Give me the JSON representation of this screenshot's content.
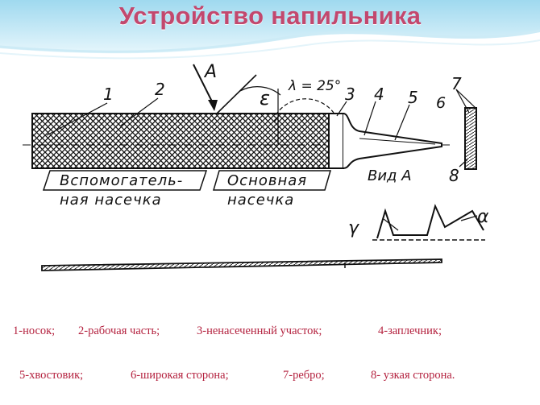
{
  "title": "Устройство напильника",
  "diagram": {
    "callouts": [
      "1",
      "2",
      "3",
      "4",
      "5",
      "6",
      "7",
      "8"
    ],
    "arrow_label": "A",
    "angle_epsilon": "ε",
    "angle_lambda": "λ = 25°",
    "aux_cut_line1": "Вспомогатель-",
    "aux_cut_line2": "ная насечка",
    "main_cut_line1": "Основная",
    "main_cut_line2": "насечка",
    "view_label": "Вид А",
    "angle_gamma": "γ",
    "angle_alpha": "α"
  },
  "legend": {
    "items": [
      "1-носок;",
      "2-рабочая часть;",
      "3-ненасеченный участок;",
      "4-заплечник;",
      "5-хвостовик;",
      "6-широкая сторона;",
      "7-ребро;",
      "8- узкая сторона."
    ]
  }
}
